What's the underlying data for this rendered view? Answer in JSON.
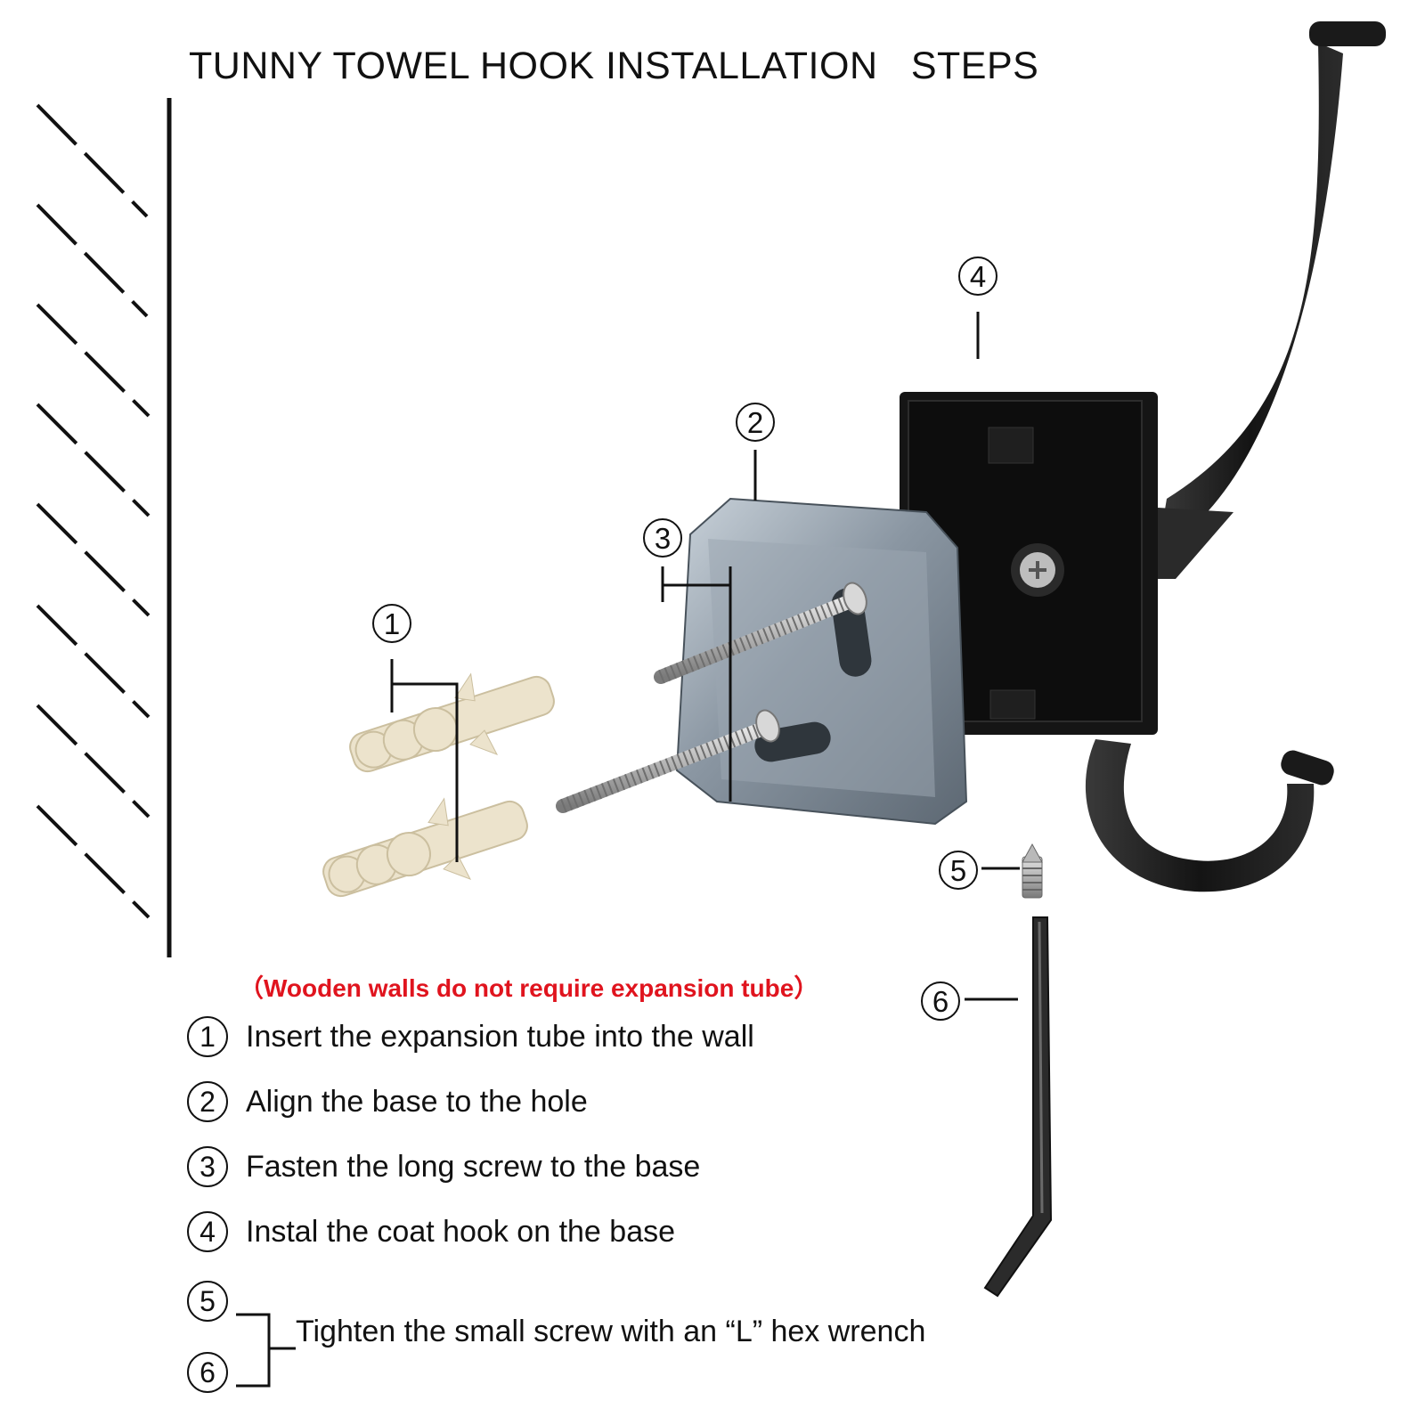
{
  "title": "TUNNY TOWEL HOOK INSTALLATION   STEPS",
  "callouts": {
    "c1": "1",
    "c2": "2",
    "c3": "3",
    "c4": "4",
    "c5": "5",
    "c6": "6"
  },
  "note": "（Wooden walls do not require expansion tube）",
  "steps": [
    {
      "num": "1",
      "text": "Insert the expansion tube into the wall"
    },
    {
      "num": "2",
      "text": "Align the base to the hole"
    },
    {
      "num": "3",
      "text": "Fasten the long screw to the base"
    },
    {
      "num": "4",
      "text": "Instal the coat hook on the base"
    }
  ],
  "final_step": {
    "nums": [
      "5",
      "6"
    ],
    "text": "Tighten the small screw with an “L” hex wrench"
  },
  "colors": {
    "note": "#e0141e",
    "hook": "#1a1a1a",
    "plate": "#7e8a95",
    "anchor": "#ece3cc",
    "screw": "#9a9a9a"
  },
  "icons": [
    "wall-hatching-icon",
    "expansion-tube-icon",
    "mounting-base-icon",
    "long-screw-icon",
    "coat-hook-icon",
    "set-screw-icon",
    "hex-wrench-icon"
  ]
}
